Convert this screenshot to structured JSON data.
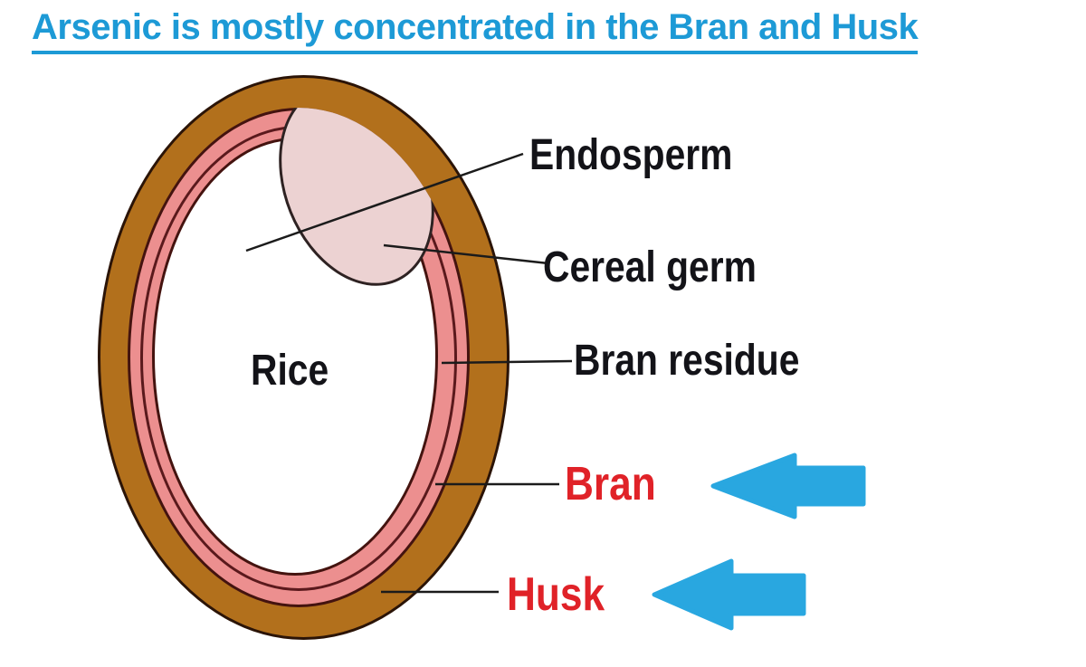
{
  "title": {
    "text": "Arsenic is mostly concentrated in the Bran and Husk"
  },
  "diagram": {
    "center_label": "Rice",
    "labels": {
      "endosperm": "Endosperm",
      "cereal_germ": "Cereal germ",
      "bran_residue": "Bran residue",
      "bran": "Bran",
      "husk": "Husk"
    },
    "parts": [
      "Husk (outer brown ring)",
      "Bran (pink ring)",
      "Bran residue (thin inner pink strip)",
      "Endosperm (white interior)",
      "Cereal germ (light pink ellipse, top right)"
    ]
  },
  "colors": {
    "title_blue": "#1D9AD6",
    "husk_brown": "#B2701C",
    "bran_pink": "#EC8F8F",
    "germ_pink": "#ECD2D2",
    "endosperm_white": "#FFFFFF",
    "outline_dark": "#2B1407",
    "outline_maroon": "#44130F",
    "outline_residue": "#5A191C",
    "outline_germ": "#2E2222",
    "leader_line": "#1B1B1B",
    "label_black": "#131318",
    "label_red": "#E02228",
    "arrow_blue": "#29A7E0"
  }
}
